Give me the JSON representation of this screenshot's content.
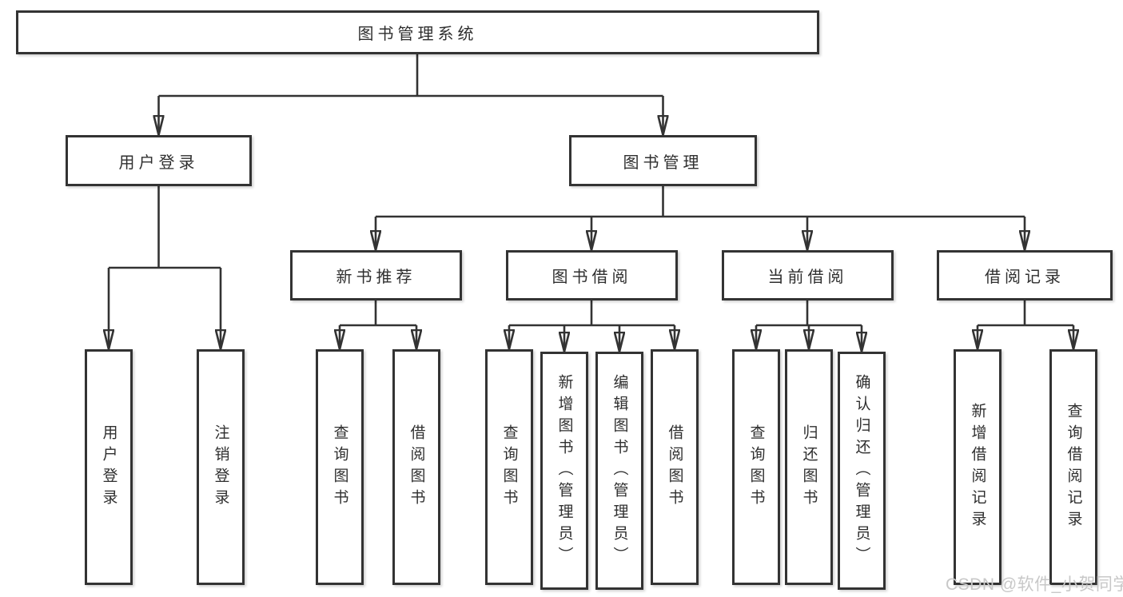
{
  "diagram": {
    "root": {
      "label": "图书管理系统"
    },
    "level2": [
      {
        "label": "用户登录",
        "parent": "图书管理系统"
      },
      {
        "label": "图书管理",
        "parent": "图书管理系统"
      }
    ],
    "level3": [
      {
        "label": "新书推荐",
        "parent": "图书管理"
      },
      {
        "label": "图书借阅",
        "parent": "图书管理"
      },
      {
        "label": "当前借阅",
        "parent": "图书管理"
      },
      {
        "label": "借阅记录",
        "parent": "图书管理"
      }
    ],
    "leaves": [
      {
        "label": "用户登录",
        "parent": "用户登录"
      },
      {
        "label": "注销登录",
        "parent": "用户登录"
      },
      {
        "label": "查询图书",
        "parent": "新书推荐"
      },
      {
        "label": "借阅图书",
        "parent": "新书推荐"
      },
      {
        "label": "查询图书",
        "parent": "图书借阅"
      },
      {
        "label": "新增图书（管理员）",
        "parent": "图书借阅"
      },
      {
        "label": "编辑图书（管理员）",
        "parent": "图书借阅"
      },
      {
        "label": "借阅图书",
        "parent": "图书借阅"
      },
      {
        "label": "查询图书",
        "parent": "当前借阅"
      },
      {
        "label": "归还图书",
        "parent": "当前借阅"
      },
      {
        "label": "确认归还（管理员）",
        "parent": "当前借阅"
      },
      {
        "label": "新增借阅记录",
        "parent": "借阅记录"
      },
      {
        "label": "查询借阅记录",
        "parent": "借阅记录"
      }
    ],
    "watermark": {
      "text": "CSDN @软件_小贺同学"
    }
  },
  "colors": {
    "background": "#ffffff",
    "line": "#333333",
    "box_border": "#333333",
    "box_fill": "#ffffff",
    "text": "#2f2f2f",
    "watermark": "#c8c8c8"
  }
}
